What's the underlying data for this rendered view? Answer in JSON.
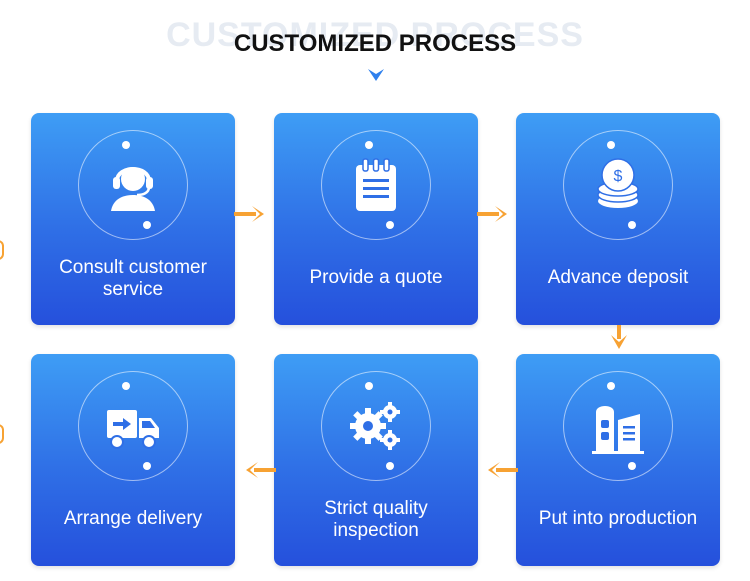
{
  "header": {
    "ghost_title": "CUSTOMIZED PROCESS",
    "title": "CUSTOMIZED PROCESS"
  },
  "colors": {
    "card_gradient_top": "#3e9df5",
    "card_gradient_bottom": "#2550dc",
    "arrow": "#f7a233",
    "chevron": "#2f80ed"
  },
  "steps": [
    {
      "label": "Consult customer service",
      "icon": "headset-agent-icon"
    },
    {
      "label": "Provide a quote",
      "icon": "notepad-icon"
    },
    {
      "label": "Advance deposit",
      "icon": "coin-stack-icon"
    },
    {
      "label": "Put into production",
      "icon": "factory-buildings-icon"
    },
    {
      "label": "Strict quality inspection",
      "icon": "gears-icon"
    },
    {
      "label": "Arrange delivery",
      "icon": "delivery-truck-icon"
    }
  ]
}
